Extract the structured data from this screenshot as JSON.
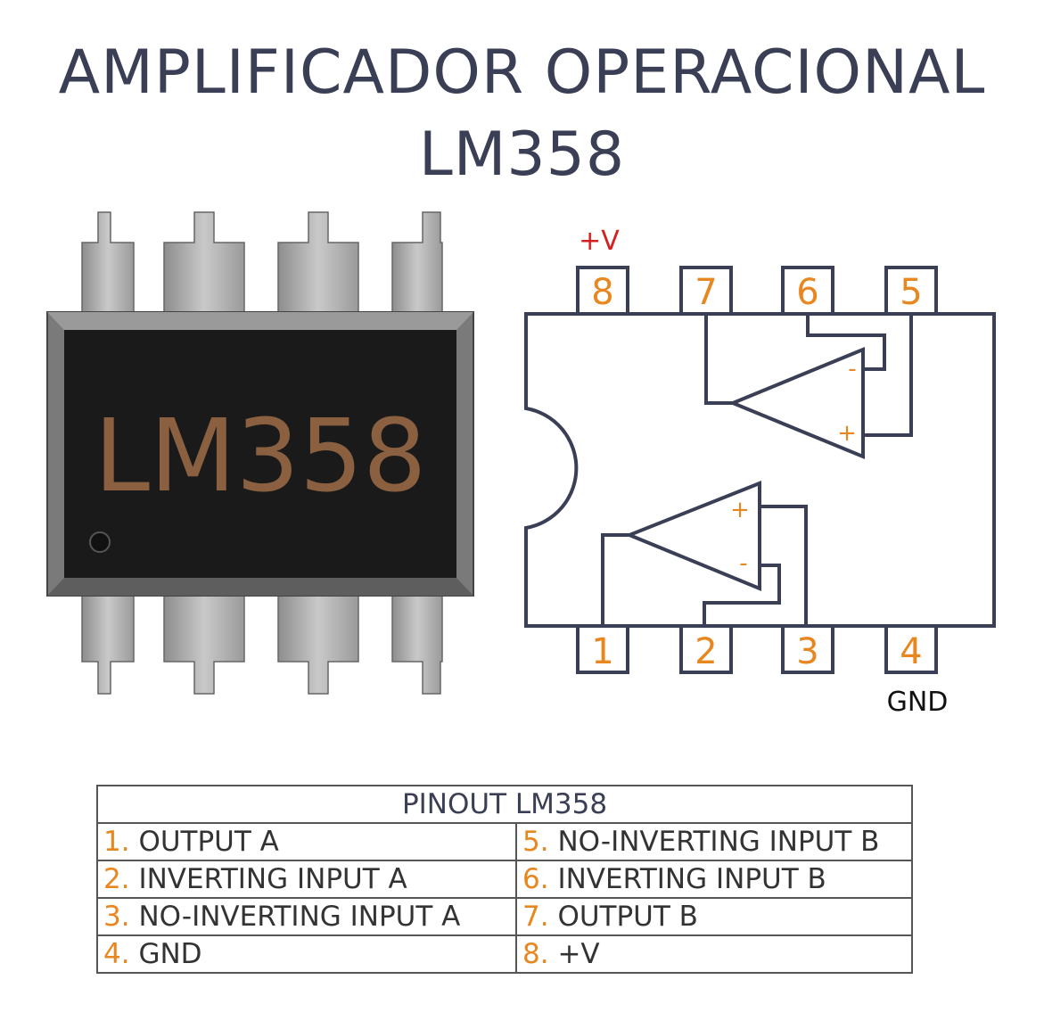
{
  "title": {
    "line1": "AMPLIFICADOR OPERACIONAL",
    "line2": "LM358"
  },
  "chip": {
    "marking": "LM358"
  },
  "diagram": {
    "supply_label": "+V",
    "ground_label": "GND",
    "top_pins": [
      "8",
      "7",
      "6",
      "5"
    ],
    "bottom_pins": [
      "1",
      "2",
      "3",
      "4"
    ],
    "amp_b": {
      "minus": "-",
      "plus": "+"
    },
    "amp_a": {
      "plus": "+",
      "minus": "-"
    }
  },
  "pinout": {
    "header": "PINOUT LM358",
    "rows": [
      {
        "left_num": "1.",
        "left_label": "OUTPUT A",
        "right_num": "5.",
        "right_label": "NO-INVERTING INPUT B"
      },
      {
        "left_num": "2.",
        "left_label": "INVERTING INPUT A",
        "right_num": "6.",
        "right_label": "INVERTING INPUT B"
      },
      {
        "left_num": "3.",
        "left_label": "NO-INVERTING INPUT A",
        "right_num": "7.",
        "right_label": "OUTPUT B"
      },
      {
        "left_num": "4.",
        "left_label": "GND",
        "right_num": "8.",
        "right_label": "+V"
      }
    ]
  },
  "colors": {
    "pin_number": "#e8861f",
    "supply_label": "#d32020",
    "outline": "#3a3f55",
    "chip_body": "#1a1a1a",
    "chip_text": "#8a6040"
  }
}
